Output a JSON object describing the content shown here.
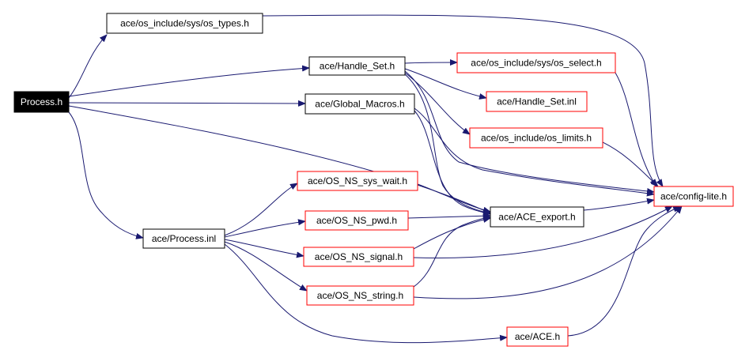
{
  "diagram": {
    "nodes": [
      {
        "id": "process_h",
        "label": "Process.h",
        "style": "root"
      },
      {
        "id": "os_types",
        "label": "ace/os_include/sys/os_types.h",
        "style": "black"
      },
      {
        "id": "handle_set_h",
        "label": "ace/Handle_Set.h",
        "style": "black"
      },
      {
        "id": "os_select",
        "label": "ace/os_include/sys/os_select.h",
        "style": "red"
      },
      {
        "id": "handle_set_inl",
        "label": "ace/Handle_Set.inl",
        "style": "red"
      },
      {
        "id": "global_macros",
        "label": "ace/Global_Macros.h",
        "style": "black"
      },
      {
        "id": "os_limits",
        "label": "ace/os_include/os_limits.h",
        "style": "red"
      },
      {
        "id": "config_lite",
        "label": "ace/config-lite.h",
        "style": "red"
      },
      {
        "id": "os_ns_sys_wait",
        "label": "ace/OS_NS_sys_wait.h",
        "style": "red"
      },
      {
        "id": "ace_export",
        "label": "ace/ACE_export.h",
        "style": "black"
      },
      {
        "id": "os_ns_pwd",
        "label": "ace/OS_NS_pwd.h",
        "style": "red"
      },
      {
        "id": "process_inl",
        "label": "ace/Process.inl",
        "style": "black"
      },
      {
        "id": "os_ns_signal",
        "label": "ace/OS_NS_signal.h",
        "style": "red"
      },
      {
        "id": "os_ns_string",
        "label": "ace/OS_NS_string.h",
        "style": "red"
      },
      {
        "id": "ace_h",
        "label": "ace/ACE.h",
        "style": "red"
      }
    ],
    "edges": [
      {
        "from": "process_h",
        "to": "os_types"
      },
      {
        "from": "process_h",
        "to": "handle_set_h"
      },
      {
        "from": "process_h",
        "to": "global_macros"
      },
      {
        "from": "process_h",
        "to": "ace_export"
      },
      {
        "from": "process_h",
        "to": "process_inl"
      },
      {
        "from": "os_types",
        "to": "config_lite"
      },
      {
        "from": "handle_set_h",
        "to": "os_select"
      },
      {
        "from": "handle_set_h",
        "to": "handle_set_inl"
      },
      {
        "from": "handle_set_h",
        "to": "os_limits"
      },
      {
        "from": "handle_set_h",
        "to": "ace_export"
      },
      {
        "from": "handle_set_h",
        "to": "config_lite"
      },
      {
        "from": "os_select",
        "to": "config_lite"
      },
      {
        "from": "global_macros",
        "to": "ace_export"
      },
      {
        "from": "global_macros",
        "to": "config_lite"
      },
      {
        "from": "os_limits",
        "to": "config_lite"
      },
      {
        "from": "ace_export",
        "to": "config_lite"
      },
      {
        "from": "os_ns_sys_wait",
        "to": "ace_export"
      },
      {
        "from": "os_ns_pwd",
        "to": "ace_export"
      },
      {
        "from": "os_ns_signal",
        "to": "ace_export"
      },
      {
        "from": "os_ns_signal",
        "to": "config_lite"
      },
      {
        "from": "os_ns_string",
        "to": "ace_export"
      },
      {
        "from": "os_ns_string",
        "to": "config_lite"
      },
      {
        "from": "ace_h",
        "to": "config_lite"
      },
      {
        "from": "process_inl",
        "to": "os_ns_sys_wait"
      },
      {
        "from": "process_inl",
        "to": "os_ns_pwd"
      },
      {
        "from": "process_inl",
        "to": "os_ns_signal"
      },
      {
        "from": "process_inl",
        "to": "os_ns_string"
      },
      {
        "from": "process_inl",
        "to": "ace_h"
      }
    ],
    "colors": {
      "edge": "#191970",
      "root_fill": "#000000",
      "root_text": "#ffffff",
      "black_border": "#000000",
      "red_border": "#ff0000",
      "node_fill": "#ffffff",
      "text": "#000000"
    }
  }
}
